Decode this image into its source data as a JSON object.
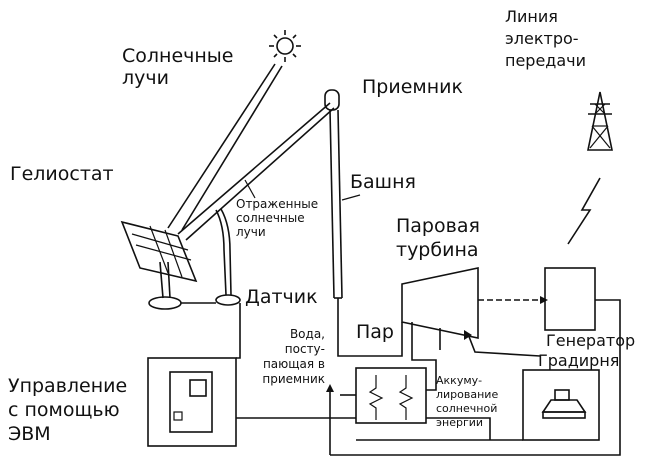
{
  "labels": {
    "solar_rays_1": "Солнечные",
    "solar_rays_2": "лучи",
    "receiver": "Приемник",
    "transmission_1": "Линия",
    "transmission_2": "электро-",
    "transmission_3": "передачи",
    "heliostat": "Гелиостат",
    "reflected_1": "Отраженные",
    "reflected_2": "солнечные",
    "reflected_3": "лучи",
    "tower": "Башня",
    "turbine_1": "Паровая",
    "turbine_2": "турбина",
    "sensor": "Датчик",
    "steam": "Пар",
    "generator": "Генератор",
    "cooling_tower": "Градирня",
    "water_1": "Вода,",
    "water_2": "посту-",
    "water_3": "пающая в",
    "water_4": "приемник",
    "control_1": "Управление",
    "control_2": "с помощью",
    "control_3": "ЭВМ",
    "storage_1": "Аккуму-",
    "storage_2": "лирование",
    "storage_3": "солнечной",
    "storage_4": "энергии"
  }
}
